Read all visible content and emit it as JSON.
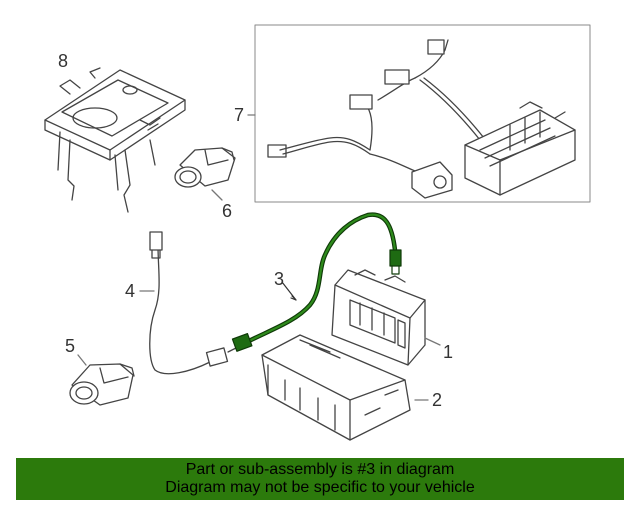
{
  "callouts": {
    "c1": "1",
    "c2": "2",
    "c3": "3",
    "c4": "4",
    "c5": "5",
    "c6": "6",
    "c7": "7",
    "c8": "8"
  },
  "banner": {
    "line1": "Part or sub-assembly is #3 in diagram",
    "line2": "Diagram may not be specific to your vehicle"
  },
  "colors": {
    "banner_bg": "#2c7a0c",
    "highlight_part": "#1e6b12",
    "line_art": "#444444"
  }
}
